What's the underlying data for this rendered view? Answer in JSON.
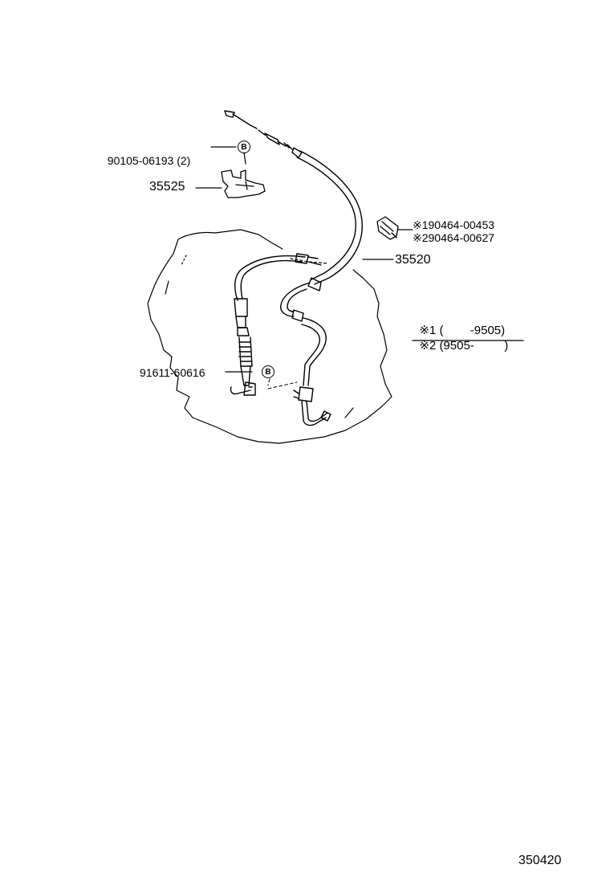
{
  "parts": {
    "bolt": {
      "number": "90105-06193",
      "qty": "(2)",
      "badge": "B"
    },
    "bracket": {
      "number": "35525"
    },
    "clip": {
      "line1": "※190464-00453",
      "line2": "※290464-00627"
    },
    "cable": {
      "number": "35520"
    },
    "pin": {
      "number": "91611-60616",
      "badge": "B"
    }
  },
  "notes": {
    "row1": {
      "mark": "※1",
      "range": "(        -9505)"
    },
    "row2": {
      "mark": "※2",
      "range": "(9505-         )"
    }
  },
  "diagram_code": "350420"
}
